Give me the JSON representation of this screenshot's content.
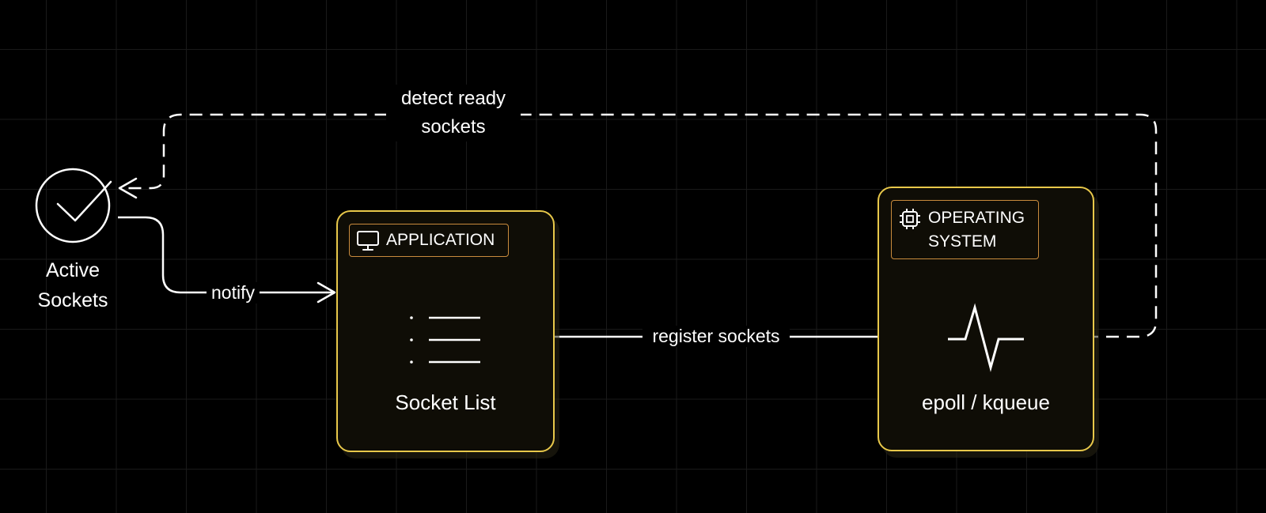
{
  "diagram": {
    "colors": {
      "background": "#000000",
      "node_border": "#e8c84a",
      "tag_border": "#c98b3d",
      "line": "#ffffff",
      "text": "#ffffff"
    },
    "active_sockets": {
      "icon": "check-circle-icon",
      "label": "Active Sockets"
    },
    "application": {
      "tag_icon": "monitor-icon",
      "tag_label": "APPLICATION",
      "content_icon": "list-icon",
      "label": "Socket List"
    },
    "operating_system": {
      "tag_icon": "cpu-chip-icon",
      "tag_label": "OPERATING SYSTEM",
      "content_icon": "pulse-icon",
      "label": "epoll / kqueue"
    },
    "edges": {
      "detect": "detect ready sockets",
      "notify": "notify",
      "register": "register sockets"
    }
  }
}
